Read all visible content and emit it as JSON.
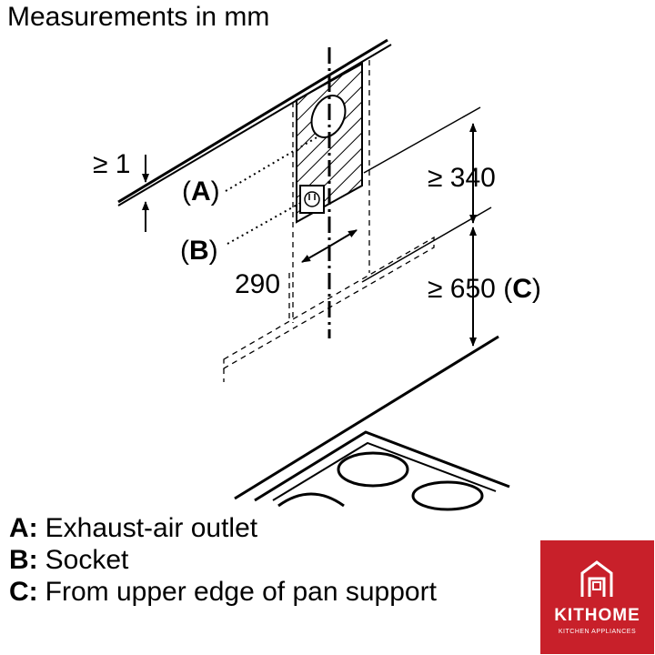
{
  "title": "Measurements in mm",
  "dimensions": {
    "gap": "≥ 1",
    "height_upper": "≥ 340",
    "width": "290",
    "height_lower": "≥ 650",
    "height_lower_ref": "C"
  },
  "callouts": {
    "a": "A",
    "b": "B"
  },
  "legend": [
    {
      "key": "A:",
      "text": "Exhaust-air outlet"
    },
    {
      "key": "B:",
      "text": "Socket"
    },
    {
      "key": "C:",
      "text": "From upper edge of pan support"
    }
  ],
  "logo": {
    "name": "KITHOME",
    "tagline": "KITCHEN APPLIANCES",
    "color": "#c8202a"
  }
}
